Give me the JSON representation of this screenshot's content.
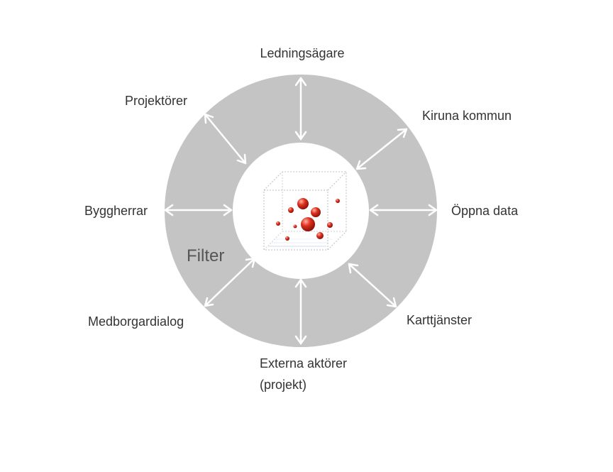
{
  "diagram": {
    "ring_label": "Filter",
    "nodes": [
      {
        "id": "ledningsagare",
        "label": "Ledningsägare"
      },
      {
        "id": "kiruna-kommun",
        "label": "Kiruna kommun"
      },
      {
        "id": "oppna-data",
        "label": "Öppna data"
      },
      {
        "id": "karttjanster",
        "label": "Karttjänster"
      },
      {
        "id": "externa-aktorer",
        "label_line1": "Externa aktörer",
        "label_line2": "(projekt)"
      },
      {
        "id": "medborgardialog",
        "label": "Medborgardialog"
      },
      {
        "id": "byggherrar",
        "label": "Byggherrar"
      },
      {
        "id": "projektorer",
        "label": "Projektörer"
      }
    ],
    "colors": {
      "ring": "#c4c4c4",
      "center": "#ffffff",
      "arrows": "#ffffff",
      "text": "#333333",
      "sphere": "#d42a1e"
    },
    "center_icon": "3d-scatter-cube-icon"
  }
}
